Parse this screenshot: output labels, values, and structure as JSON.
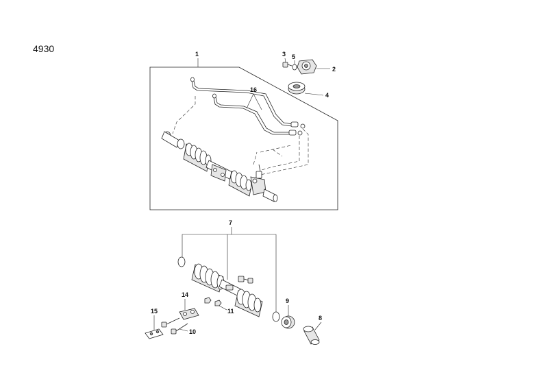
{
  "page_number": "4930",
  "callouts": {
    "c1": "1",
    "c2": "2",
    "c3": "3",
    "c4": "4",
    "c5": "5",
    "c7": "7",
    "c8": "8",
    "c9": "9",
    "c10": "10",
    "c11": "11",
    "c14": "14",
    "c15": "15",
    "c16": "16"
  }
}
